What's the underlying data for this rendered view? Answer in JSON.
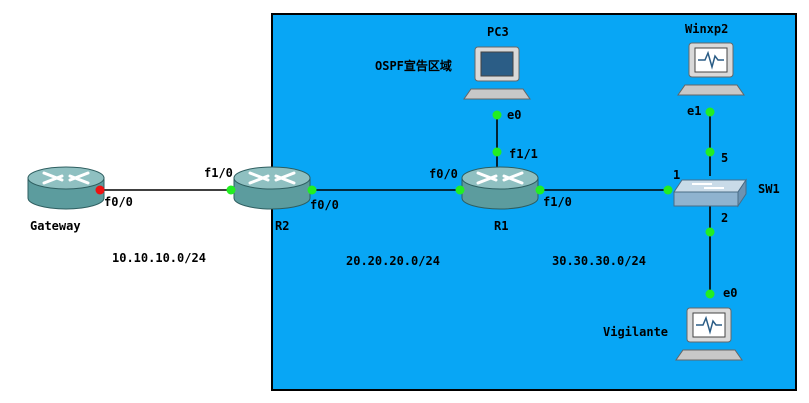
{
  "diagram": {
    "area_label": "OSPF宣告区域",
    "colors": {
      "area_fill": "#08a6f5",
      "area_border": "#000000",
      "link": "#000000",
      "port_up": "#22ee22",
      "port_down": "#ee1111",
      "router_body": "#5c9c9e",
      "router_top": "#8fc0c1",
      "switch_body": "#8fb3cf",
      "pc_frame": "#d9d9d9"
    },
    "nodes": [
      {
        "id": "gateway",
        "label": "Gateway",
        "type": "router-icon"
      },
      {
        "id": "r2",
        "label": "R2",
        "type": "router-icon"
      },
      {
        "id": "r1",
        "label": "R1",
        "type": "router-icon"
      },
      {
        "id": "pc3",
        "label": "PC3",
        "type": "pc-icon"
      },
      {
        "id": "winxp2",
        "label": "Winxp2",
        "type": "pc-icon"
      },
      {
        "id": "sw1",
        "label": "SW1",
        "type": "switch-icon"
      },
      {
        "id": "vigilante",
        "label": "Vigilante",
        "type": "pc-icon"
      }
    ],
    "links": [
      {
        "id": "gateway-r2",
        "from": "gateway",
        "to": "r2",
        "from_port": "f0/0",
        "to_port": "f1/0",
        "from_state": "down",
        "to_state": "up"
      },
      {
        "id": "r2-r1",
        "from": "r2",
        "to": "r1",
        "from_port": "f0/0",
        "to_port": "f0/0",
        "from_state": "up",
        "to_state": "up"
      },
      {
        "id": "r1-pc3",
        "from": "r1",
        "to": "pc3",
        "from_port": "f1/1",
        "to_port": "e0",
        "from_state": "up",
        "to_state": "up"
      },
      {
        "id": "r1-sw1",
        "from": "r1",
        "to": "sw1",
        "from_port": "f1/0",
        "to_port": "1",
        "from_state": "up",
        "to_state": "up"
      },
      {
        "id": "sw1-winxp2",
        "from": "sw1",
        "to": "winxp2",
        "from_port": "5",
        "to_port": "e1",
        "from_state": "up",
        "to_state": "up"
      },
      {
        "id": "sw1-vigilante",
        "from": "sw1",
        "to": "vigilante",
        "from_port": "2",
        "to_port": "e0",
        "from_state": "up",
        "to_state": "up"
      }
    ],
    "subnets": [
      {
        "id": "net-10",
        "label": "10.10.10.0/24"
      },
      {
        "id": "net-20",
        "label": "20.20.20.0/24"
      },
      {
        "id": "net-30",
        "label": "30.30.30.0/24"
      }
    ]
  }
}
